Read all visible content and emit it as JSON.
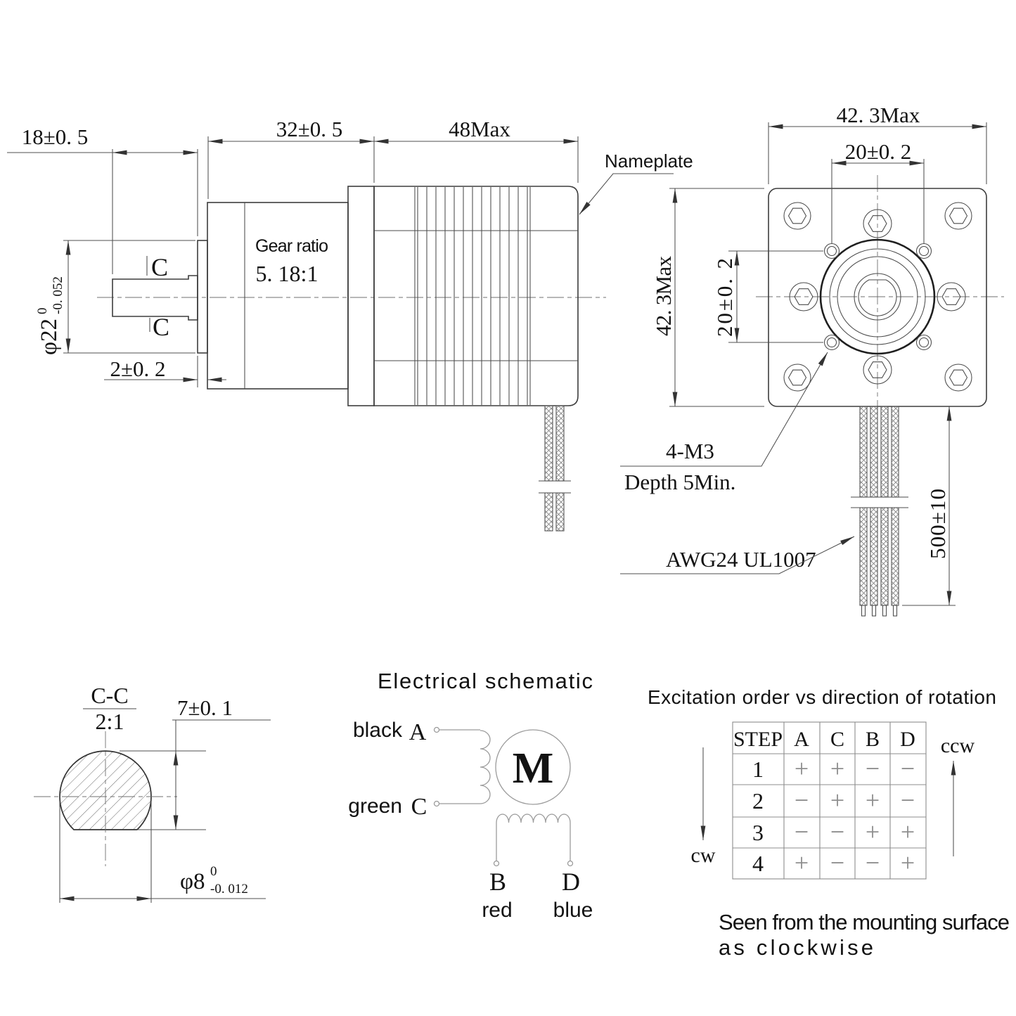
{
  "colors": {
    "background": "#ffffff",
    "object_line": "#3d3d3d",
    "dimension_line": "#4f4f4f",
    "text": "#121212",
    "schematic_line": "#9b9b9b",
    "table_sign": "#8f8f8f"
  },
  "side_view": {
    "dim_shaft_length": "18±0. 5",
    "dim_gearbox_length": "32±0. 5",
    "dim_motor_length": "48Max",
    "dim_boss_dia": {
      "main": "φ22",
      "sup": "0",
      "sub": "-0. 052"
    },
    "dim_boss_depth": "2±0. 2",
    "gear_ratio_label": "Gear ratio",
    "gear_ratio_value": "5. 18:1",
    "nameplate": "Nameplate",
    "section_mark_top": "C",
    "section_mark_bottom": "C"
  },
  "front_view": {
    "dim_width": "42. 3Max",
    "dim_height": "42. 3Max",
    "dim_hole_spacing_h": "20±0. 2",
    "dim_hole_spacing_v": "20±0. 2",
    "thread_callout": "4-M3",
    "thread_depth": "Depth 5Min.",
    "wire_spec": "AWG24 UL1007",
    "dim_wire_length": "500±10"
  },
  "section_view": {
    "label": "C-C",
    "scale": "2:1",
    "dim_flat_height": "7±0. 1",
    "dim_shaft_dia": {
      "main": "φ8",
      "sup": "0",
      "sub": "-0. 012"
    }
  },
  "schematic": {
    "title": "Electrical schematic",
    "phase_a": {
      "wire_color": "black",
      "label": "A"
    },
    "phase_c": {
      "wire_color": "green",
      "label": "C"
    },
    "phase_b": {
      "label": "B",
      "wire_color": "red"
    },
    "phase_d": {
      "label": "D",
      "wire_color": "blue"
    },
    "motor_symbol": "M"
  },
  "excitation": {
    "title": "Excitation order vs direction of rotation",
    "headers": [
      "STEP",
      "A",
      "C",
      "B",
      "D"
    ],
    "rows": [
      {
        "step": "1",
        "values": [
          "+",
          "+",
          "−",
          "−"
        ]
      },
      {
        "step": "2",
        "values": [
          "−",
          "+",
          "+",
          "−"
        ]
      },
      {
        "step": "3",
        "values": [
          "−",
          "−",
          "+",
          "+"
        ]
      },
      {
        "step": "4",
        "values": [
          "+",
          "−",
          "−",
          "+"
        ]
      }
    ],
    "cw": "cw",
    "ccw": "ccw",
    "note_line1": "Seen from the mounting surface",
    "note_line2": "as clockwise"
  }
}
